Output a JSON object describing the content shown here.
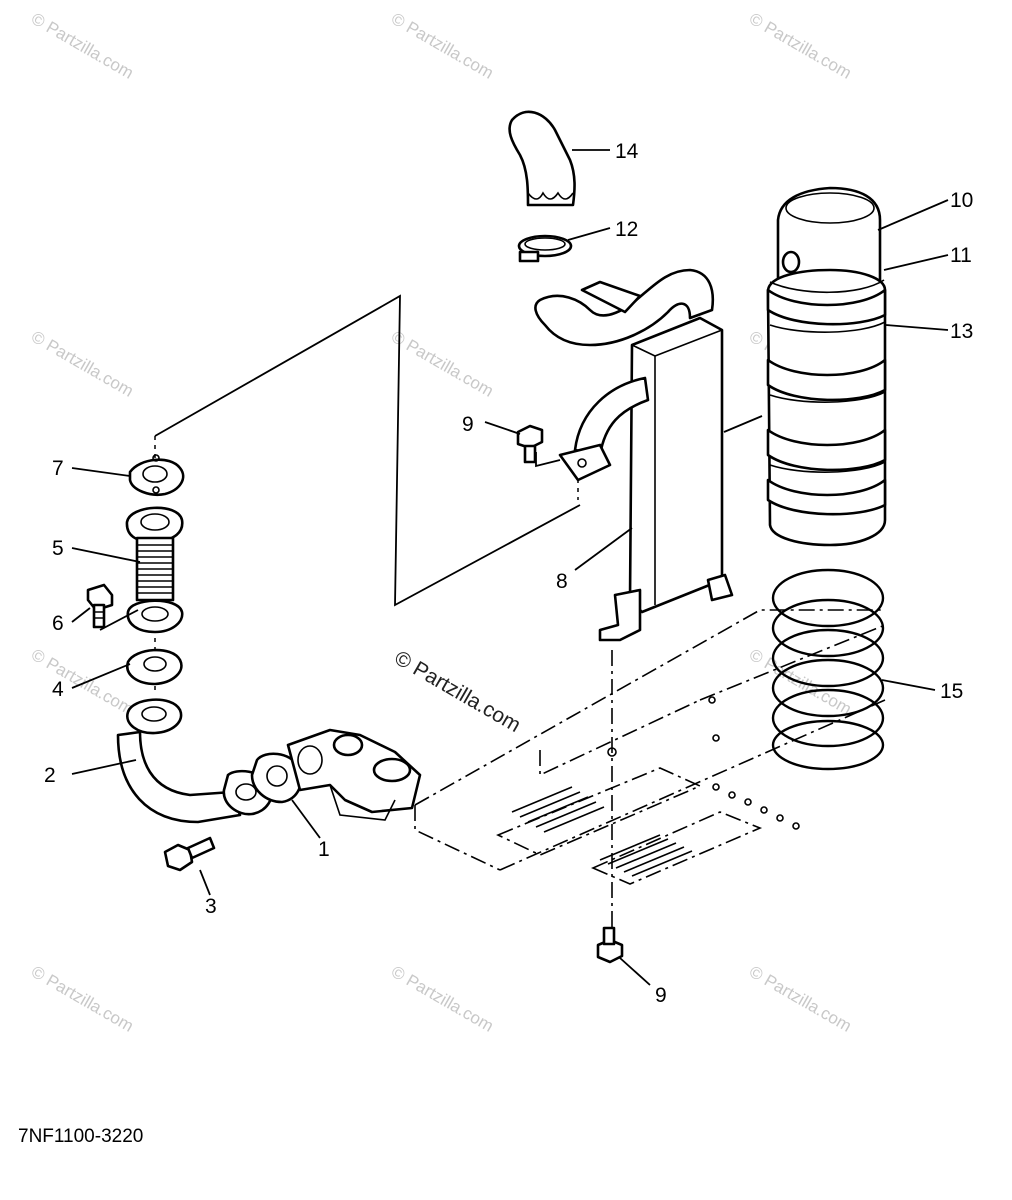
{
  "watermark": "© Partzilla.com",
  "center_watermark": "© Partzilla.com",
  "diagram_code": "7NF1100-3220",
  "callouts": [
    {
      "id": "c1",
      "label": "1"
    },
    {
      "id": "c2",
      "label": "2"
    },
    {
      "id": "c3",
      "label": "3"
    },
    {
      "id": "c4",
      "label": "4"
    },
    {
      "id": "c5",
      "label": "5"
    },
    {
      "id": "c6",
      "label": "6"
    },
    {
      "id": "c7",
      "label": "7"
    },
    {
      "id": "c8",
      "label": "8"
    },
    {
      "id": "c9a",
      "label": "9"
    },
    {
      "id": "c9b",
      "label": "9"
    },
    {
      "id": "c10",
      "label": "10"
    },
    {
      "id": "c11",
      "label": "11"
    },
    {
      "id": "c12",
      "label": "12"
    },
    {
      "id": "c13",
      "label": "13"
    },
    {
      "id": "c14",
      "label": "14"
    },
    {
      "id": "c15",
      "label": "15"
    }
  ]
}
